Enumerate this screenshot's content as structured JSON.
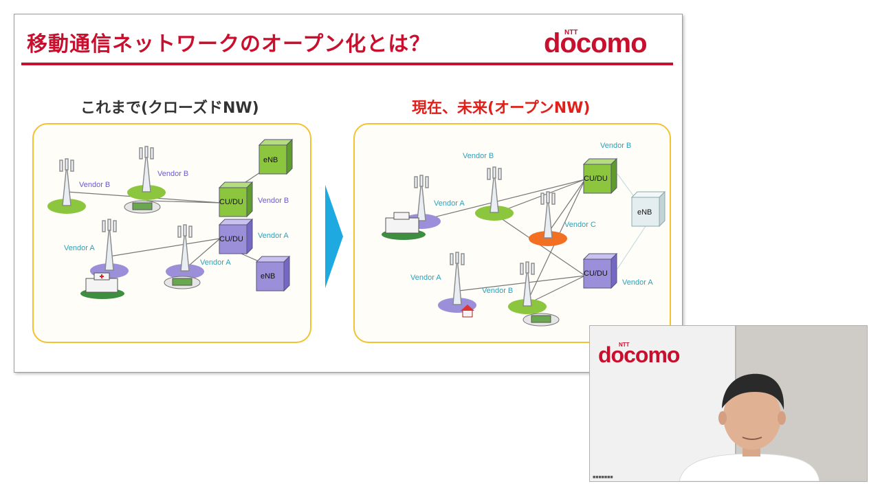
{
  "slide": {
    "title": "移動通信ネットワークのオープン化とは？",
    "logo_small": "NTT",
    "logo": "docomo",
    "left_heading": "これまで(クローズドNW)",
    "right_heading": "現在、未来(オープンNW)"
  },
  "left_diagram": {
    "labels": {
      "vendor_b_1": "Vendor B",
      "vendor_b_2": "Vendor B",
      "vendor_b_3": "Vendor B",
      "vendor_a_1": "Vendor A",
      "vendor_a_2": "Vendor A",
      "vendor_a_3": "Vendor A"
    },
    "boxes": {
      "enb_top": "eNB",
      "cudu_top": "CU/DU",
      "cudu_bottom": "CU/DU",
      "enb_bottom": "eNB"
    }
  },
  "right_diagram": {
    "labels": {
      "vendor_b_top": "Vendor B",
      "vendor_b_right": "Vendor B",
      "vendor_a_left": "Vendor A",
      "vendor_c": "Vendor C",
      "vendor_a_bottom": "Vendor A",
      "vendor_b_bottom": "Vendor B",
      "vendor_a_right": "Vendor A"
    },
    "boxes": {
      "cudu_top": "CU/DU",
      "enb": "eNB",
      "cudu_bottom": "CU/DU"
    }
  },
  "video": {
    "logo_small": "NTT",
    "logo": "docomo",
    "tag": "■■■■■■■"
  },
  "colors": {
    "brand_red": "#c8102e",
    "green": "#8cc63f",
    "purple": "#9b8fd9",
    "orange": "#f36f21",
    "arrow_blue": "#1fa9e1",
    "panel_border": "#f2c230"
  }
}
